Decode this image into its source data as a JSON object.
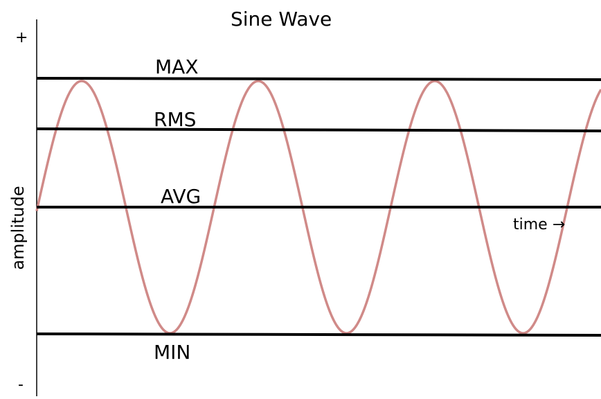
{
  "title": "Sine Wave",
  "y_axis": {
    "label": "amplitude",
    "top_symbol": "+",
    "bottom_symbol": "-"
  },
  "time_label": "time →",
  "levels": {
    "max": "MAX",
    "rms": "RMS",
    "avg": "AVG",
    "min": "MIN"
  },
  "colors": {
    "wave": "#d08a88",
    "lines": "#000000",
    "background": "#ffffff"
  }
}
